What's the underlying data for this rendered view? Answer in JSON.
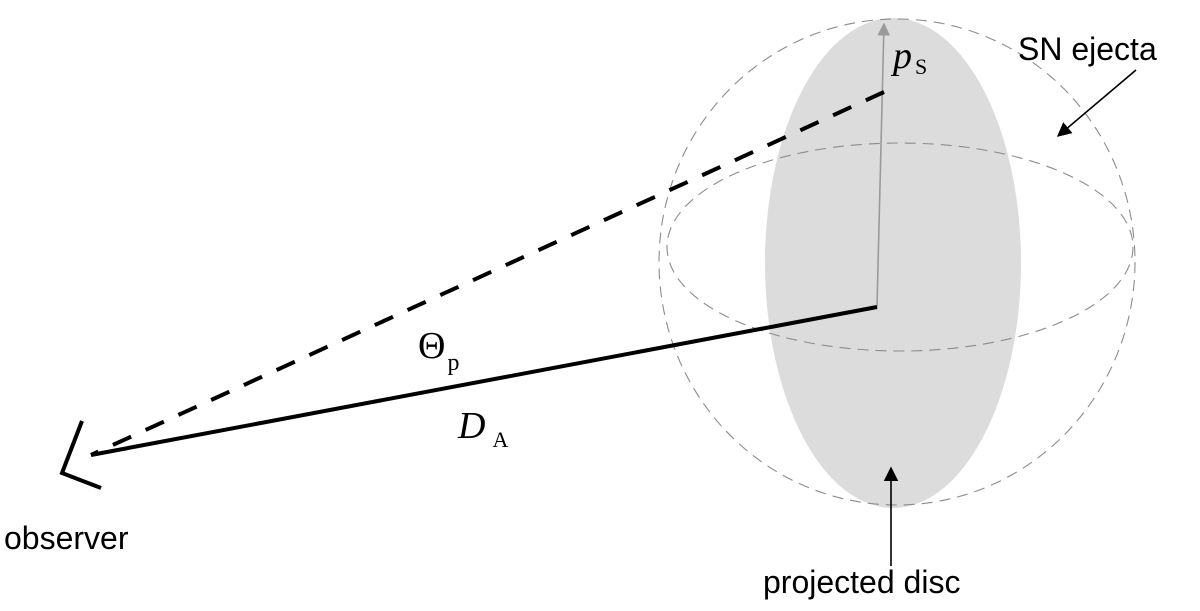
{
  "labels": {
    "sn_ejecta": "SN ejecta",
    "projected_disc": "projected disc",
    "observer": "observer",
    "theta_symbol": "Θ",
    "theta_subscript": "p",
    "distance_symbol": "D",
    "distance_subscript": "A",
    "radius_symbol": "p",
    "radius_subscript": "S"
  },
  "colors": {
    "disc_fill": "#dcdcdc",
    "ejecta_outline": "#8c8c8c",
    "radius_arrow": "#9a9a9a",
    "line": "#000000"
  }
}
